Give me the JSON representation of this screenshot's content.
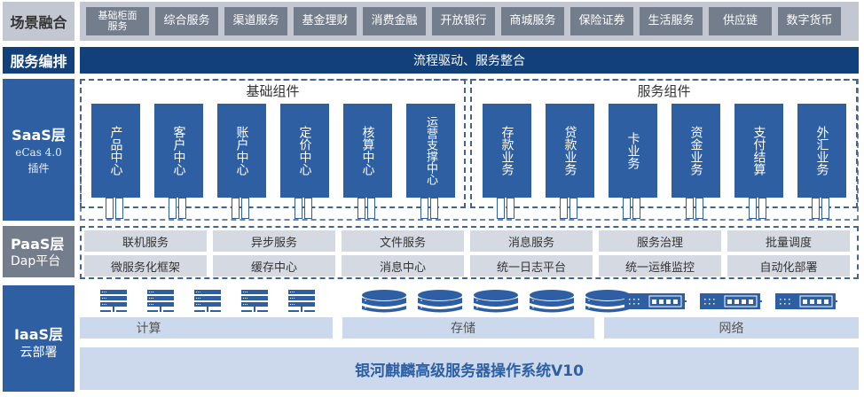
{
  "layers": {
    "scene": {
      "label": "场景融合"
    },
    "orchestration": {
      "label": "服务编排",
      "content": "流程驱动、服务整合"
    },
    "saas": {
      "title": "SaaS层",
      "sub1": "eCas 4.0",
      "sub2": "插件"
    },
    "paas": {
      "title": "PaaS层",
      "sub": "Dap平台"
    },
    "iaas": {
      "title": "IaaS层",
      "sub": "云部署"
    }
  },
  "scene_items": [
    {
      "label": "基础柜面服务",
      "line1": "基础柜面",
      "line2": "服务"
    },
    {
      "label": "综合服务"
    },
    {
      "label": "渠道服务"
    },
    {
      "label": "基金理财"
    },
    {
      "label": "消费金融"
    },
    {
      "label": "开放银行"
    },
    {
      "label": "商城服务"
    },
    {
      "label": "保险证券"
    },
    {
      "label": "生活服务"
    },
    {
      "label": "供应链"
    },
    {
      "label": "数字货币"
    }
  ],
  "saas": {
    "basic_group": {
      "title": "基础组件",
      "items": [
        "产品中心",
        "客户中心",
        "账户中心",
        "定价中心",
        "核算中心",
        "运营支撑中心"
      ]
    },
    "service_group": {
      "title": "服务组件",
      "items": [
        "存款业务",
        "贷款业务",
        "卡业务",
        "资金业务",
        "支付结算",
        "外汇业务"
      ]
    }
  },
  "paas": {
    "row1": [
      "联机服务",
      "异步服务",
      "文件服务",
      "消息服务",
      "服务治理",
      "批量调度"
    ],
    "row2": [
      "微服务化框架",
      "缓存中心",
      "消息中心",
      "统一日志平台",
      "统一运维监控",
      "自动化部署"
    ]
  },
  "iaas": {
    "compute": {
      "label": "计算",
      "icon": "server-icon",
      "count": 5
    },
    "storage": {
      "label": "存储",
      "icon": "database-icon",
      "count": 5
    },
    "network": {
      "label": "网络",
      "icon": "network-switch-icon",
      "count": 3
    },
    "os": "银河麒麟高级服务器操作系统V10"
  },
  "colors": {
    "dark_navy": "#12407a",
    "blue": "#2e5fa3",
    "gray": "#737d8c",
    "light_gray": "#c2c7d1",
    "light_blue": "#ccd9ec"
  }
}
